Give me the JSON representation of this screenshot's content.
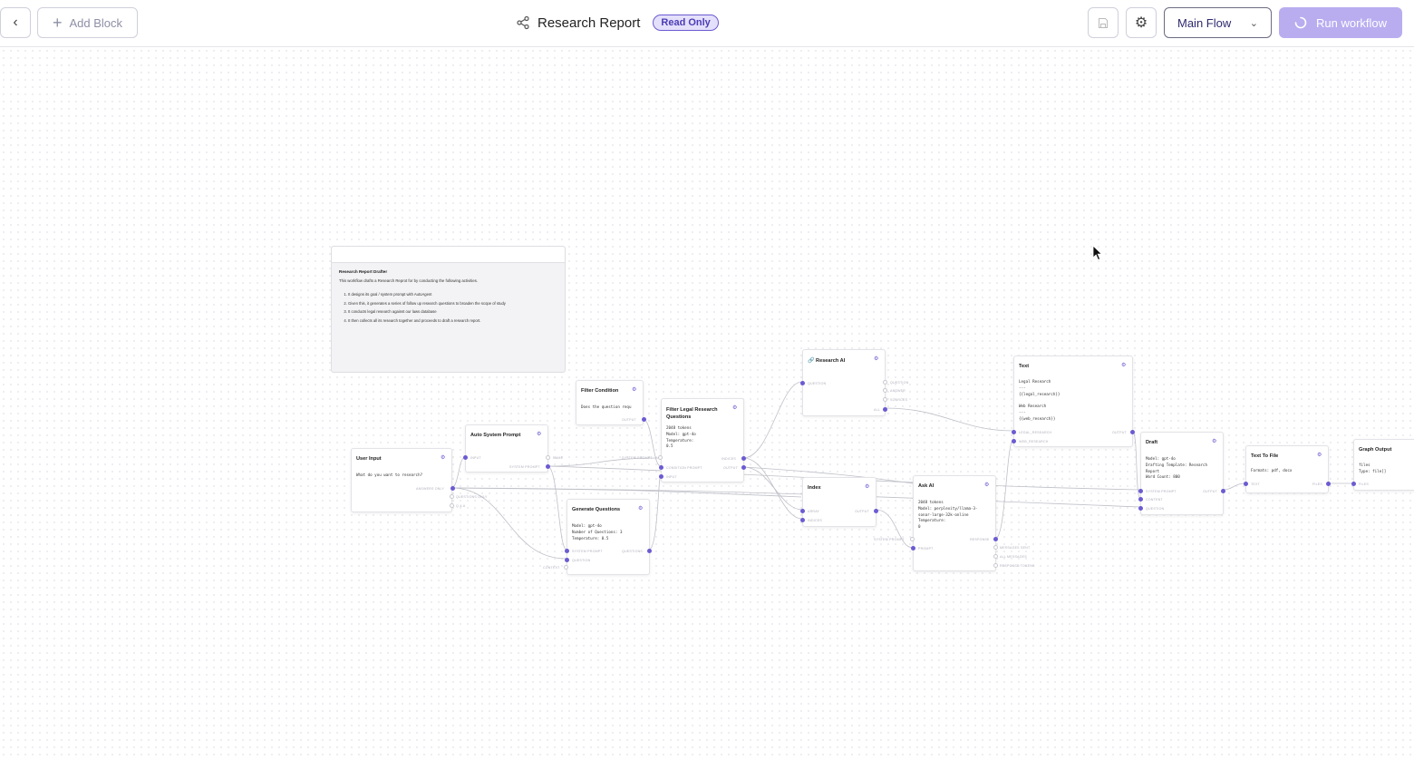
{
  "header": {
    "add_block_label": "Add Block",
    "title": "Research Report",
    "badge": "Read Only",
    "flow_select": "Main Flow",
    "run_label": "Run workflow",
    "accent": "#6b5bd2",
    "run_bg": "#b9adf0"
  },
  "note": {
    "title": "Research Report Drafter",
    "description": "This workflow drafts a Research Reprot for by conducting the following activities.",
    "items": [
      "It designs its goal / system prompt with AutoAgent",
      "Given this, it generates a series of follow up research questions to broaden the scope of study",
      "It conducts legal research against our laws database",
      "It then collects all its research together and proceeds to draft a research report."
    ]
  },
  "nodes": {
    "user_input": {
      "title": "User Input",
      "body": "What do you want to research?",
      "ports": [
        "ANSWERS ONLY",
        "QUESTIONS ONLY",
        "Q & A"
      ]
    },
    "auto_system_prompt": {
      "title": "Auto System Prompt",
      "ports": [
        "INPUT",
        "NAME",
        "SYSTEM PROMPT"
      ]
    },
    "filter_condition": {
      "title": "Filter Condition",
      "body": "Does the question requ",
      "ports": [
        "OUTPUT"
      ]
    },
    "generate_questions": {
      "title": "Generate Questions",
      "body": "Model: gpt-4o\nNumber of Questions: 3\nTemperature: 0.5",
      "ports": [
        "SYSTEM PROMPT",
        "QUESTIONS",
        "QUESTION",
        "CONTEXT"
      ]
    },
    "filter_legal": {
      "title": "Filter Legal Research\nQuestions",
      "body": "2048 tokens\nModel: gpt-4o\nTemperature:\n0.5",
      "ports": [
        "SYSTEM PROMPT",
        "CONDITION PROMPT",
        "INPUT",
        "INDICES",
        "OUTPUT"
      ]
    },
    "research_ai": {
      "title": "Research AI",
      "ports": [
        "QUESTION",
        "QUESTION",
        "ANSWER",
        "SOURCES",
        "ALL"
      ]
    },
    "index": {
      "title": "Index",
      "ports": [
        "ARRAY",
        "INDICES",
        "OUTPUT"
      ]
    },
    "ask_ai": {
      "title": "Ask AI",
      "body": "2048 tokens\nModel: perplexity/llama-3-\nsonar-large-32k-online\nTemperature:\n0",
      "ports": [
        "SYSTEM PROMPT",
        "PROMPT",
        "RESPONSE",
        "MESSAGES SENT",
        "ALL MESSAGES",
        "RESPONSE TOKENS"
      ]
    },
    "text": {
      "title": "Text",
      "body": "Legal Research\n---\n{{legal_research}}\n\nWeb Research\n---\n{{web_research}}",
      "ports": [
        "LEGAL_RESEARCH",
        "WEB_RESEARCH",
        "OUTPUT"
      ]
    },
    "draft": {
      "title": "Draft",
      "body": "Model: gpt-4o\nDrafting Template: Research\nReport\nWord Count: 800",
      "ports": [
        "SYSTEM PROMPT",
        "CONTENT",
        "QUESTION",
        "OUTPUT"
      ]
    },
    "text_to_file": {
      "title": "Text To File",
      "body": "Formats: pdf, docx",
      "ports": [
        "TEXT",
        "FILES"
      ]
    },
    "graph_output": {
      "title": "Graph Output",
      "body": "files\nType: file[]",
      "ports": [
        "FILES"
      ]
    }
  }
}
